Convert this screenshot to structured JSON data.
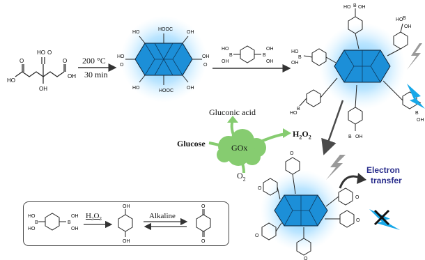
{
  "step1": {
    "temperature": "200 °C",
    "time": "30 min"
  },
  "reaction": {
    "byproduct": "Gluconic acid",
    "substrate": "Glucose",
    "enzyme": "GOx",
    "product_base": "H",
    "product_sub1": "2",
    "product_mid": "O",
    "product_sub2": "2",
    "oxygen_base": "O",
    "oxygen_sub": "2"
  },
  "electron_transfer": {
    "line1": "Electron",
    "line2": "transfer"
  },
  "inset": {
    "reagent_base": "H",
    "reagent_sub1": "2",
    "reagent_mid": "O",
    "reagent_sub2": "2",
    "condition": "Alkaline"
  },
  "atoms": {
    "oxygen": "O",
    "hydroxyl": "OH",
    "ho": "HO",
    "boron": "B"
  },
  "colors": {
    "glow": "#8fd4ff",
    "core": "#1c8fd8",
    "cloud": "#86cc70",
    "arrow_dark": "#4a4a4a",
    "lightning_gray": "#9a9a9a",
    "lightning_blue": "#18a8e8",
    "label_blue": "#2a2e8c"
  },
  "icons": [
    "cloud-icon",
    "lightning-icon",
    "curved-arrow-icon",
    "x-mark-icon"
  ]
}
